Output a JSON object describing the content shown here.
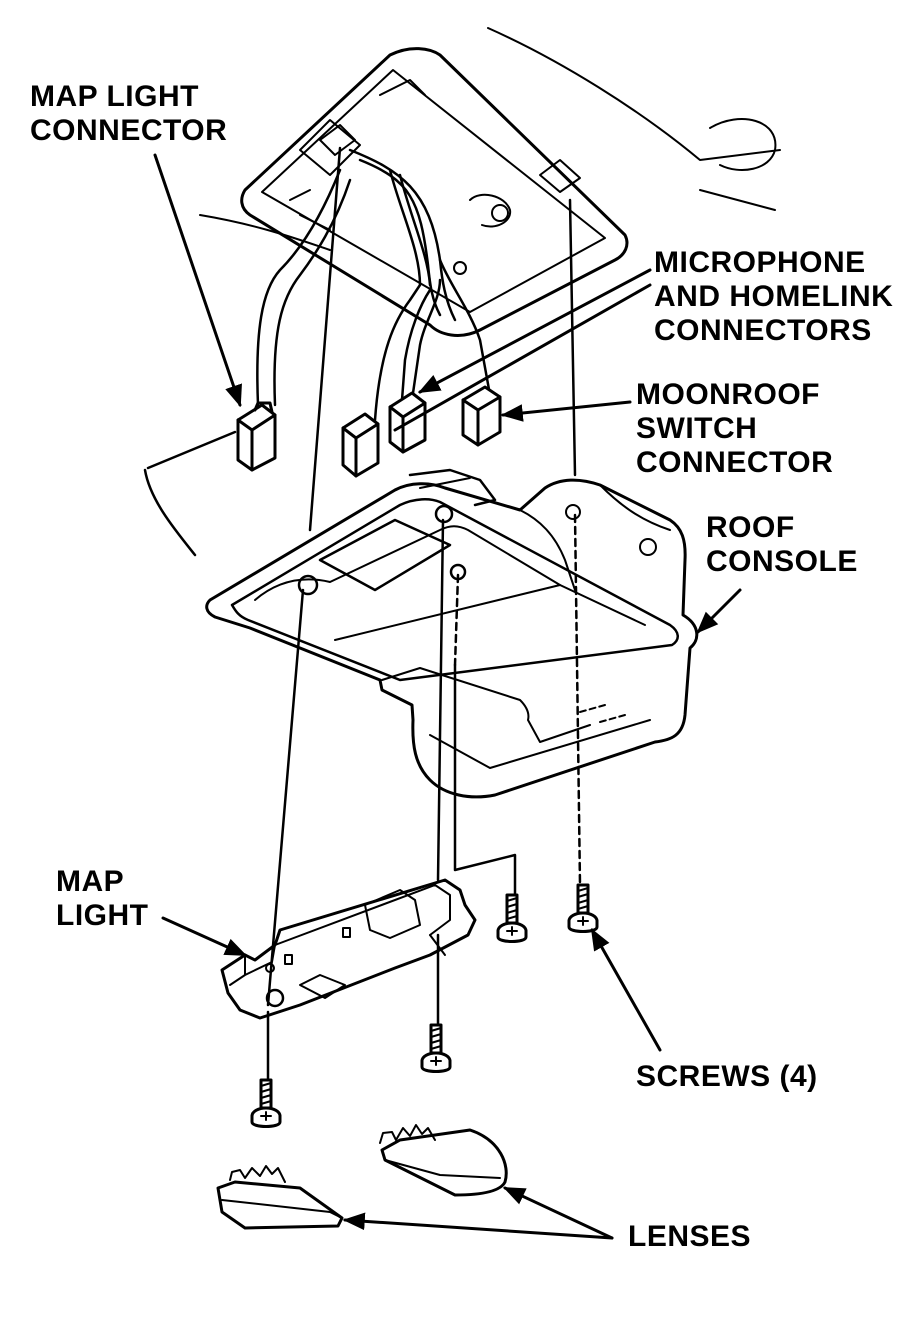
{
  "labels": {
    "map_light_connector": [
      "MAP LIGHT",
      "CONNECTOR"
    ],
    "microphone_homelink": [
      "MICROPHONE",
      "AND HOMELINK",
      "CONNECTORS"
    ],
    "moonroof_switch": [
      "MOONROOF",
      "SWITCH",
      "CONNECTOR"
    ],
    "roof_console": [
      "ROOF",
      "CONSOLE"
    ],
    "map_light": [
      "MAP",
      "LIGHT"
    ],
    "screws": "SCREWS (4)",
    "lenses": "LENSES"
  },
  "colors": {
    "ink": "#000000",
    "paper": "#ffffff",
    "shade": "#bbbbbb"
  }
}
